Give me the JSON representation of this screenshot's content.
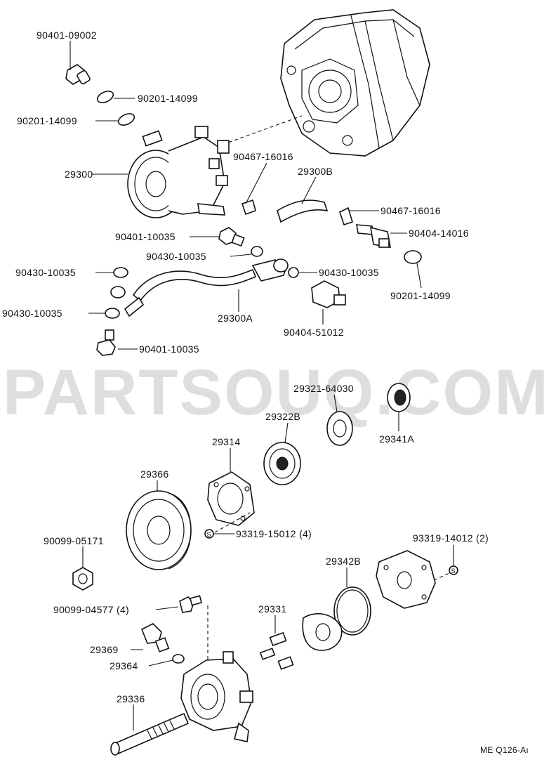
{
  "watermark": "PARTSOUQ.COM",
  "footer_code": "ME  Q126-Aı",
  "labels": {
    "p9040109002": "90401-09002",
    "p9020114099_a": "90201-14099",
    "p9020114099_b": "90201-14099",
    "p29300": "29300",
    "p9046716016_a": "90467-16016",
    "p29300B": "29300B",
    "p9046716016_b": "90467-16016",
    "p9040410035": "90401-10035",
    "p9040414016": "90404-14016",
    "p9043010035_a": "90430-10035",
    "p9043010035_b": "90430-10035",
    "p9043010035_c": "90430-10035",
    "p9043010035_d": "90430-10035",
    "p9020114099_c": "90201-14099",
    "p29300A": "29300A",
    "p9040451012": "90404-51012",
    "p9040110035_b": "90401-10035",
    "p2932164030": "29321-64030",
    "p29322B": "29322B",
    "p29341A": "29341A",
    "p29314": "29314",
    "p29366": "29366",
    "p9331915012": "93319-15012 (4)",
    "p9009905171": "90099-05171",
    "p9331914012": "93319-14012 (2)",
    "p29342B": "29342B",
    "p9009904577": "90099-04577 (4)",
    "p29331": "29331",
    "p29369": "29369",
    "p29364": "29364",
    "p29336": "29336"
  }
}
